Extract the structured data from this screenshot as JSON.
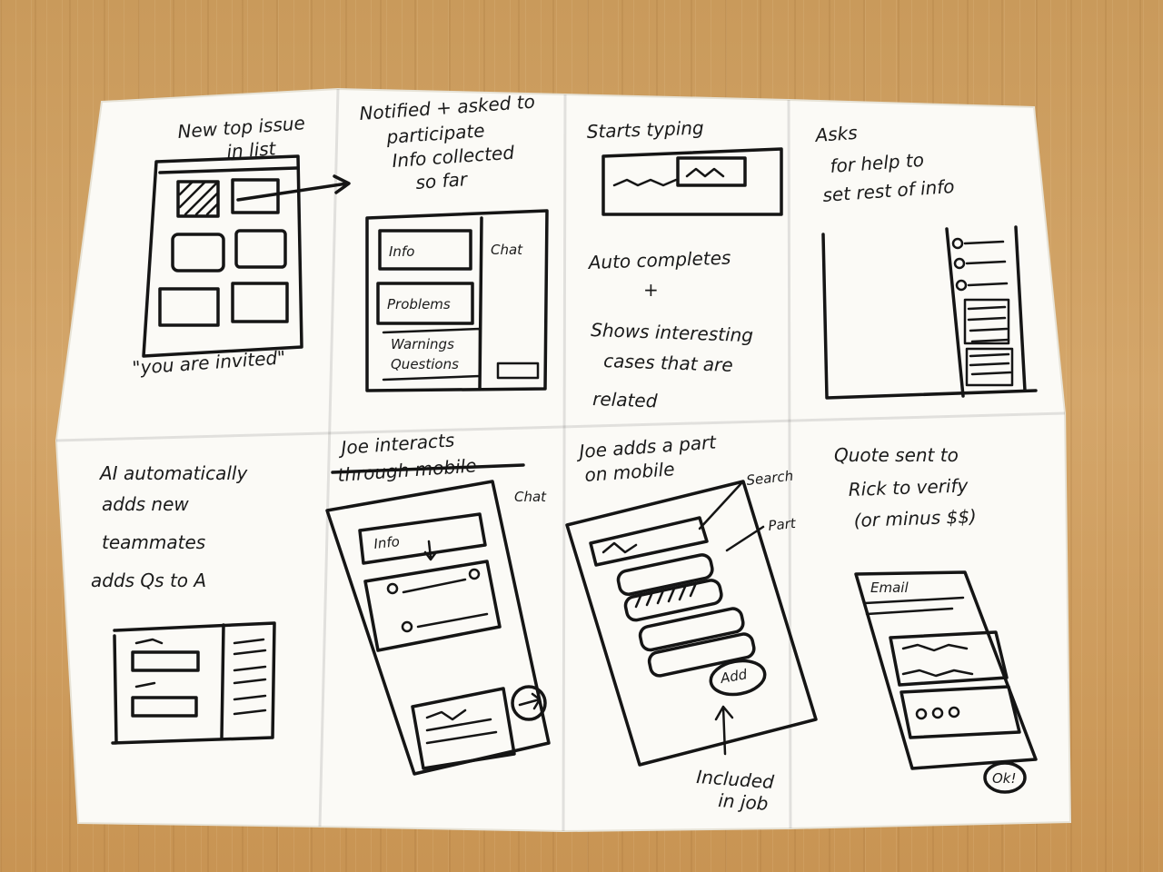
{
  "paper": {
    "color": "#fbfaf6",
    "ink": "#151515"
  },
  "panels": [
    {
      "lines": [
        "New top issue",
        "in list"
      ],
      "footer": "\"you are invited\""
    },
    {
      "lines": [
        "Notified + asked to",
        "participate",
        "Info collected",
        "so far"
      ],
      "items": [
        "Info",
        "Problems",
        "Warnings",
        "Questions"
      ],
      "side_label": "Chat"
    },
    {
      "lines": [
        "Starts typing"
      ],
      "body_lines": [
        "Auto completes",
        "+",
        "Shows interesting",
        "cases that are",
        "related"
      ]
    },
    {
      "lines": [
        "Asks",
        "for help to",
        "set rest of info"
      ]
    },
    {
      "lines": [
        "AI automatically",
        "adds new",
        "teammates",
        "adds Qs to A"
      ]
    },
    {
      "lines": [
        "Joe interacts",
        "through mobile"
      ],
      "items": [
        "Info"
      ],
      "side_label": "Chat"
    },
    {
      "lines": [
        "Joe adds a part",
        "on mobile"
      ],
      "callouts": [
        "Search",
        "Part",
        "Add"
      ],
      "bottom_lines": [
        "Included",
        "in job"
      ]
    },
    {
      "lines": [
        "Quote sent to",
        "Rick to verify",
        "(or minus $$)"
      ],
      "items": [
        "Email"
      ],
      "button": "Ok!"
    }
  ]
}
